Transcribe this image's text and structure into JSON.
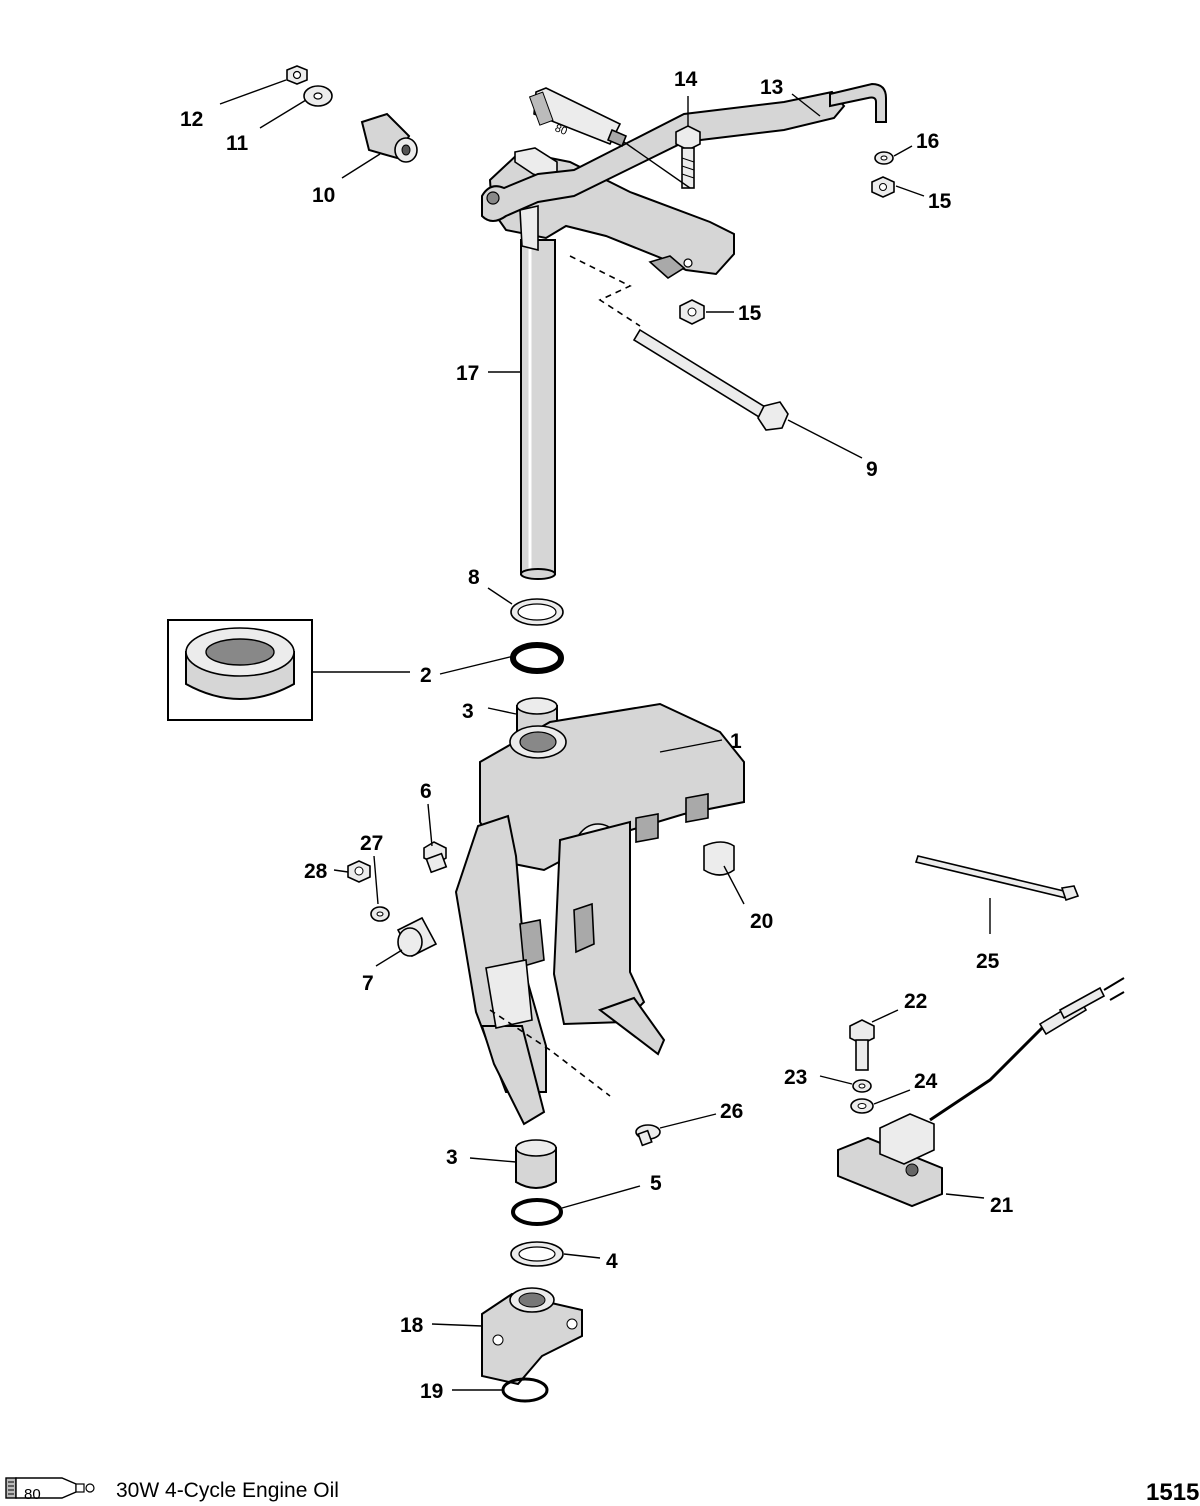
{
  "figure": {
    "number": "1515"
  },
  "legend": {
    "symbol_number": "80",
    "description": "30W 4-Cycle Engine Oil"
  },
  "callouts": {
    "c1": "1",
    "c2": "2",
    "c3a": "3",
    "c3b": "3",
    "c4": "4",
    "c5": "5",
    "c6": "6",
    "c7": "7",
    "c8": "8",
    "c9": "9",
    "c10": "10",
    "c11": "11",
    "c12": "12",
    "c13": "13",
    "c14": "14",
    "c15a": "15",
    "c15b": "15",
    "c16": "16",
    "c17": "17",
    "c18": "18",
    "c19": "19",
    "c20": "20",
    "c21": "21",
    "c22": "22",
    "c23": "23",
    "c24": "24",
    "c25": "25",
    "c26": "26",
    "c27": "27",
    "c28": "28"
  },
  "tube_label": "80"
}
